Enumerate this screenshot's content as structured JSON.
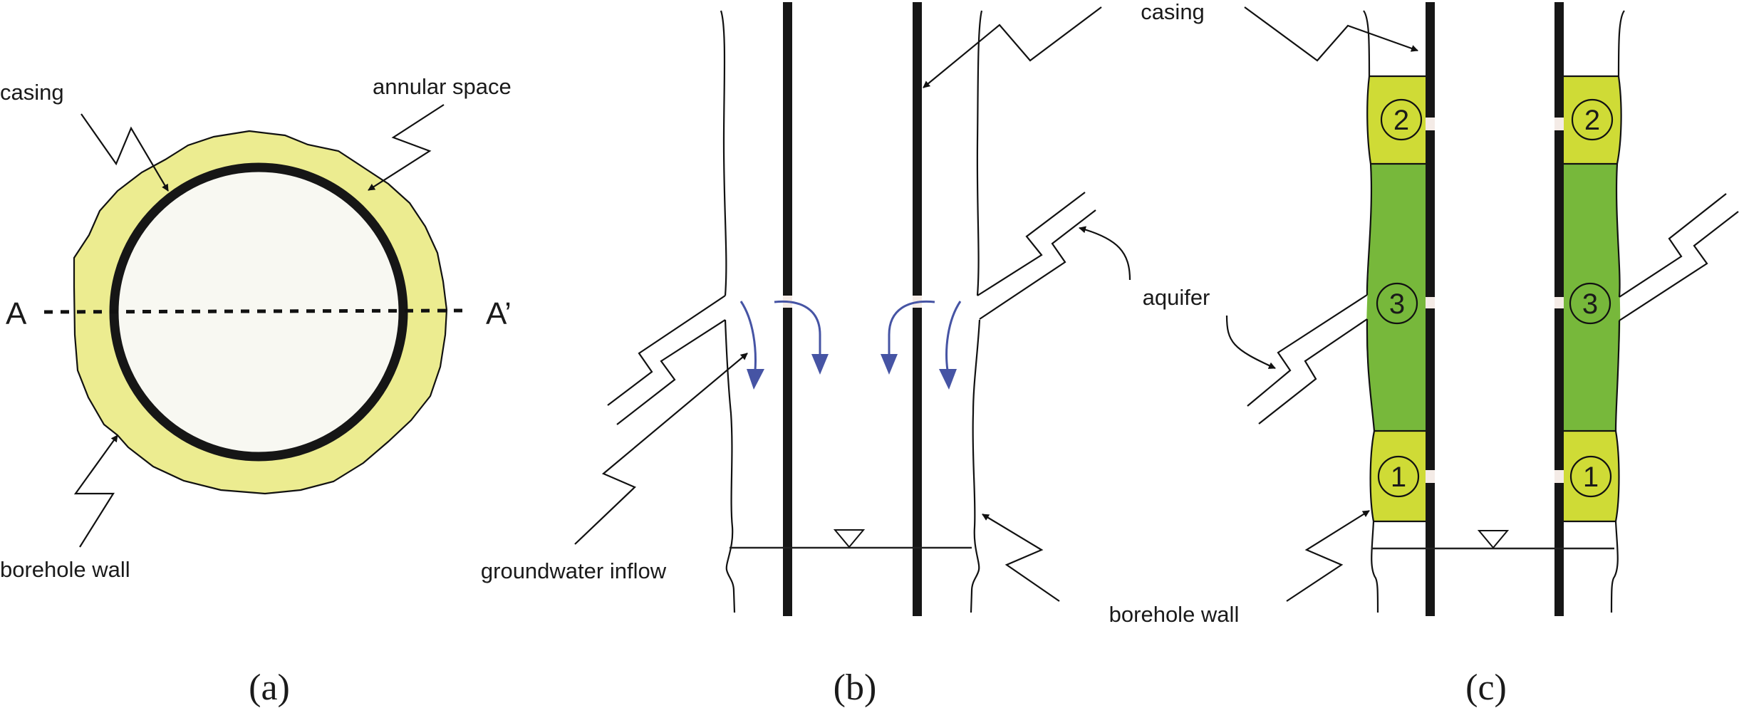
{
  "colors": {
    "annular_space": "#ecec90",
    "borehole_interior": "#f8f8f2",
    "casing": "#161616",
    "zone_light": "#cfdb36",
    "zone_dark": "#77b83b",
    "flow_arrow": "#4654a4",
    "screen_gap": "#f4ebe6"
  },
  "panel_a": {
    "caption": "(a)",
    "labels": {
      "casing": "casing",
      "annular_space": "annular space",
      "borehole_wall": "borehole wall",
      "section_start": "A",
      "section_end": "A’"
    }
  },
  "panel_b": {
    "caption": "(b)",
    "labels": {
      "casing": "casing",
      "aquifer": "aquifer",
      "groundwater_inflow": "groundwater inflow",
      "borehole_wall": "borehole wall"
    }
  },
  "panel_c": {
    "caption": "(c)",
    "zones": [
      {
        "id": "2",
        "label": "2",
        "type": "light"
      },
      {
        "id": "3",
        "label": "3",
        "type": "dark"
      },
      {
        "id": "1",
        "label": "1",
        "type": "light"
      }
    ]
  }
}
